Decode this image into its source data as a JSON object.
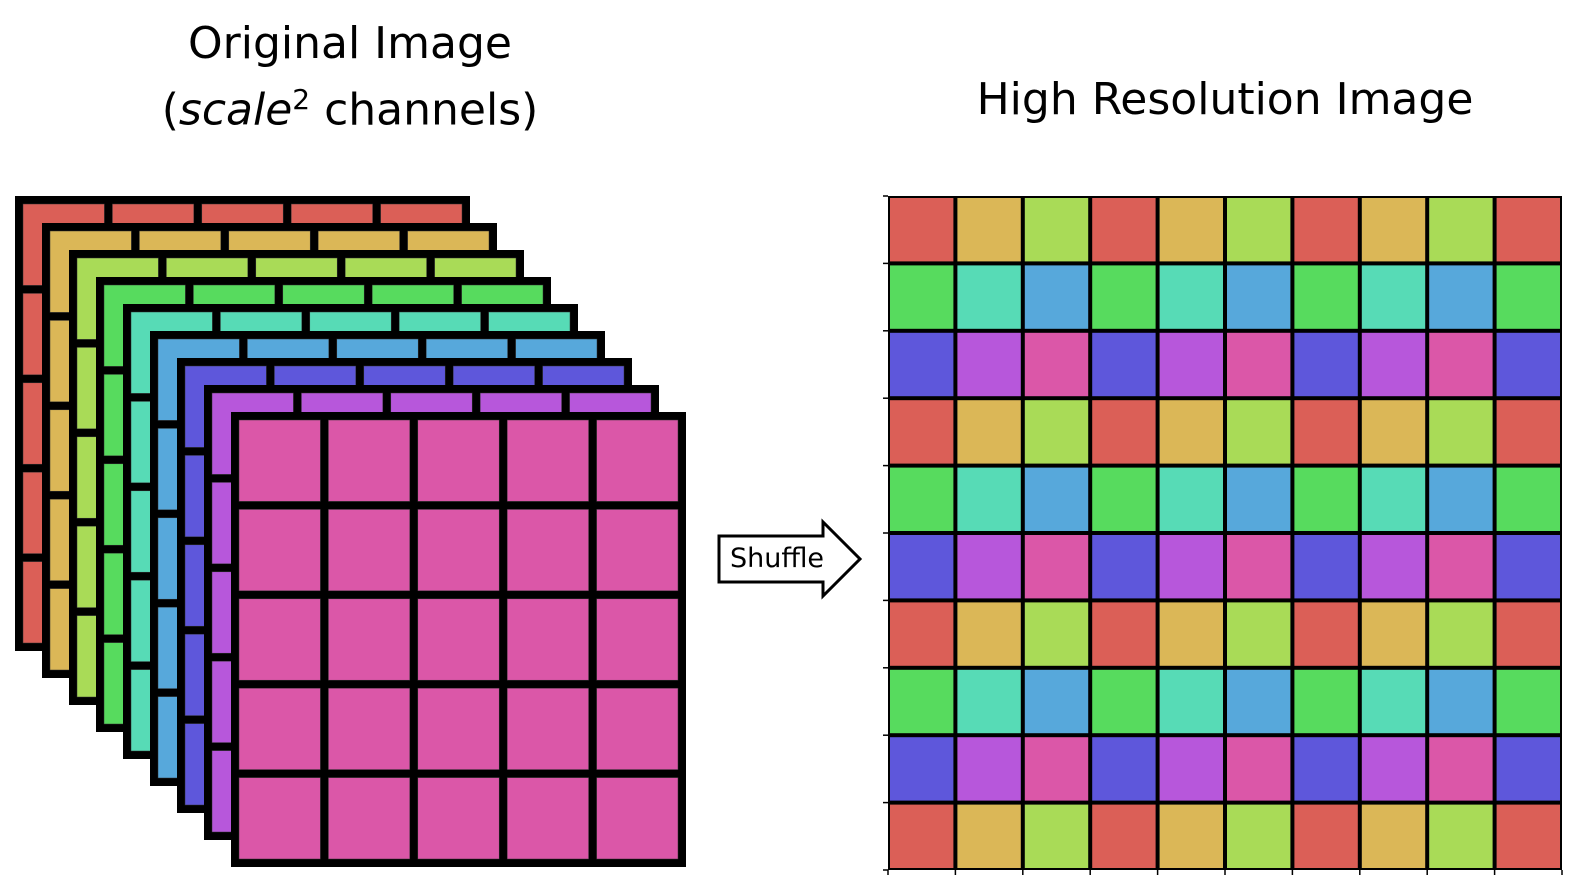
{
  "left_title": {
    "line1": "Original Image",
    "line2_prefix": "(",
    "line2_italic": "scale",
    "line2_sup": "2",
    "line2_suffix": " channels)"
  },
  "right_title": "High Resolution Image",
  "arrow_label": "Shuffle",
  "channels": {
    "count": 9,
    "cells_per_side": 5,
    "colors": [
      "#db5f57",
      "#dbb757",
      "#a9db57",
      "#57db5e",
      "#57dbb6",
      "#57a8db",
      "#5e57db",
      "#b757db",
      "#db57a8"
    ]
  },
  "high_res": {
    "rows": 10,
    "cols": 10,
    "scale": 3
  }
}
